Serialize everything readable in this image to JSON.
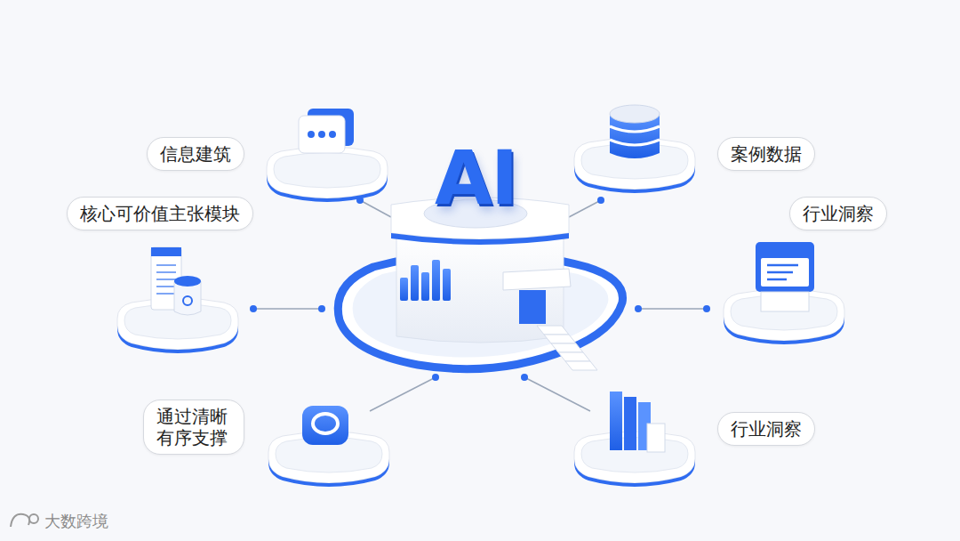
{
  "diagram": {
    "nodes": [
      {
        "text": [
          "信息建筑"
        ]
      },
      {
        "text": [
          "案例数据"
        ]
      },
      {
        "text": [
          "AI"
        ]
      },
      {
        "text": [
          "核心可价值主张模块"
        ]
      },
      {
        "text": [
          "行业洞察"
        ]
      },
      {
        "text": [
          "通过清晰 有序支撑"
        ]
      },
      {
        "text": [
          "行业洞察"
        ]
      }
    ],
    "labels": [
      "大数跨境"
    ]
  }
}
